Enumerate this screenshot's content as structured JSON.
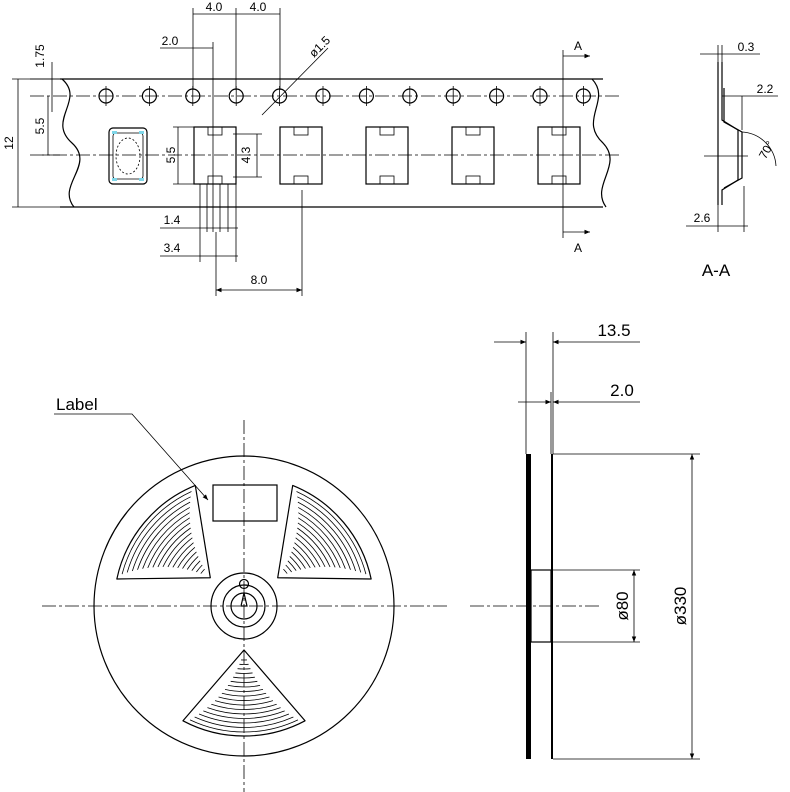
{
  "tape": {
    "dims": {
      "pitch_a": "4.0",
      "pitch_b": "4.0",
      "hole_offset": "2.0",
      "hole_dia": "ø1.5",
      "edge_to_holes": "1.75",
      "holes_to_center": "5.5",
      "tape_width": "12",
      "pocket_width": "5.5",
      "pocket_length": "4.3",
      "lead_a": "1.4",
      "lead_b": "3.4",
      "pocket_pitch": "8.0"
    },
    "section_marker_top": "A",
    "section_marker_bottom": "A"
  },
  "section": {
    "title": "A-A",
    "dims": {
      "cover_thickness": "0.3",
      "pocket_depth": "2.2",
      "wall_angle": "70°",
      "total_depth": "2.6"
    }
  },
  "reel": {
    "label_text": "Label",
    "dims": {
      "overall_width": "13.5",
      "flange_thickness": "2.0",
      "hub_dia": "ø80",
      "reel_dia": "ø330"
    }
  }
}
